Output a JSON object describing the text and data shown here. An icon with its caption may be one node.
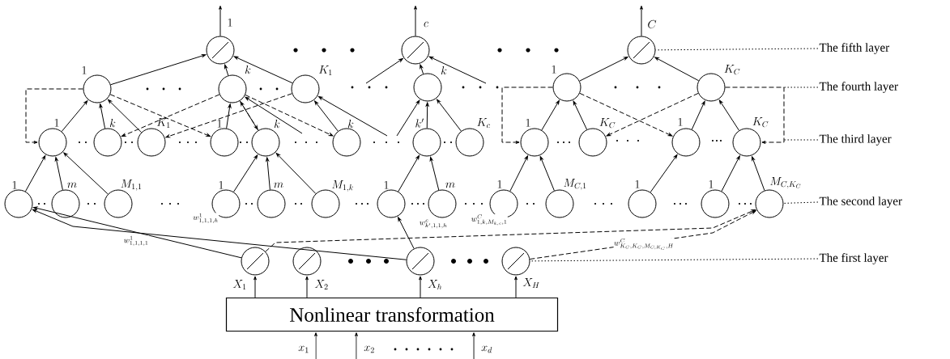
{
  "diagram": {
    "nodes": [
      {
        "text": [],
        "shape": "circle"
      },
      {
        "text": [],
        "shape": "circle"
      },
      {
        "text": [],
        "shape": "circle"
      },
      {
        "text": [
          "1"
        ]
      },
      {
        "text": [
          "k"
        ]
      },
      {
        "text": [
          "K_1"
        ]
      },
      {
        "text": [
          "k"
        ]
      },
      {
        "text": [
          "1"
        ]
      },
      {
        "text": [
          "K_C"
        ]
      },
      {
        "text": [
          "1"
        ]
      },
      {
        "text": [
          "k"
        ]
      },
      {
        "text": [
          "K_1"
        ]
      },
      {
        "text": [
          "1"
        ]
      },
      {
        "text": [
          "k"
        ]
      },
      {
        "text": [
          "k"
        ]
      },
      {
        "text": [
          "k'"
        ]
      },
      {
        "text": [
          "K_c"
        ]
      },
      {
        "text": [
          "1"
        ]
      },
      {
        "text": [
          "K_C"
        ]
      },
      {
        "text": [
          "1"
        ]
      },
      {
        "text": [
          "K_C"
        ]
      },
      {
        "text": [
          "1"
        ]
      },
      {
        "text": [
          "m"
        ]
      },
      {
        "text": [
          "M_{1,1}"
        ]
      },
      {
        "text": [
          "1"
        ]
      },
      {
        "text": [
          "m"
        ]
      },
      {
        "text": [
          "M_{1,k}"
        ]
      },
      {
        "text": [
          "1"
        ]
      },
      {
        "text": [
          "m"
        ]
      },
      {
        "text": [
          "1"
        ]
      },
      {
        "text": [
          "M_{C,1}"
        ]
      },
      {
        "text": [
          "1"
        ]
      },
      {
        "text": [
          "1"
        ]
      },
      {
        "text": [
          "M_{C,K_C}"
        ]
      },
      {
        "text": [],
        "shape": "circle"
      },
      {
        "text": [],
        "shape": "circle"
      },
      {
        "text": [],
        "shape": "circle"
      },
      {
        "text": [],
        "shape": "circle"
      },
      {
        "text": [
          "Nonlinear transformation"
        ]
      },
      {
        "text": [
          "The fifth layer"
        ]
      },
      {
        "text": [
          "The fourth layer"
        ]
      },
      {
        "text": [
          "The third layer"
        ]
      },
      {
        "text": [
          "The second layer"
        ]
      },
      {
        "text": [
          "The first layer"
        ]
      }
    ],
    "edges": [
      {
        "from": 0,
        "to": null,
        "arrow": "to",
        "label": "1"
      },
      {
        "from": 1,
        "to": null,
        "arrow": "to",
        "label": "c"
      },
      {
        "from": 2,
        "to": null,
        "arrow": "to",
        "label": "C"
      },
      {
        "from": 3,
        "to": 0,
        "arrow": "to"
      },
      {
        "from": 4,
        "to": 0,
        "arrow": "to"
      },
      {
        "from": 5,
        "to": 0,
        "arrow": "to"
      },
      {
        "from": null,
        "to": 1,
        "arrow": "to"
      },
      {
        "from": 6,
        "to": 1,
        "arrow": "to"
      },
      {
        "from": null,
        "to": 1,
        "arrow": "to"
      },
      {
        "from": 7,
        "to": 2,
        "arrow": "to"
      },
      {
        "from": 8,
        "to": 2,
        "arrow": "to"
      },
      {
        "from": 9,
        "to": 3,
        "arrow": "to"
      },
      {
        "from": 10,
        "to": 3,
        "arrow": "to"
      },
      {
        "from": 11,
        "to": 3,
        "arrow": "to"
      },
      {
        "from": 12,
        "to": 4,
        "arrow": "to"
      },
      {
        "from": 13,
        "to": 4,
        "arrow": "to"
      },
      {
        "from": null,
        "to": 4,
        "arrow": "to"
      },
      {
        "from": 14,
        "to": 5,
        "arrow": "to"
      },
      {
        "from": null,
        "to": 5,
        "arrow": "to"
      },
      {
        "from": null,
        "to": 6,
        "arrow": "to"
      },
      {
        "from": 15,
        "to": 6,
        "arrow": "to"
      },
      {
        "from": 16,
        "to": 6,
        "arrow": "to"
      },
      {
        "from": 17,
        "to": 7,
        "arrow": "to"
      },
      {
        "from": 18,
        "to": 7,
        "arrow": "to"
      },
      {
        "from": 19,
        "to": 8,
        "arrow": "to"
      },
      {
        "from": 20,
        "to": 8,
        "arrow": "to"
      },
      {
        "from": 3,
        "to": 9,
        "arrow": "to",
        "style": "dashed"
      },
      {
        "from": 3,
        "to": 12,
        "arrow": "to",
        "style": "dashed"
      },
      {
        "from": 4,
        "to": 10,
        "arrow": "to",
        "style": "dashed"
      },
      {
        "from": 4,
        "to": 13,
        "arrow": "to",
        "style": "dashed"
      },
      {
        "from": 4,
        "to": 14,
        "arrow": "to",
        "style": "dashed"
      },
      {
        "from": 5,
        "to": 11,
        "arrow": "to",
        "style": "dashed"
      },
      {
        "from": 7,
        "to": 17,
        "arrow": "to",
        "style": "dashed"
      },
      {
        "from": 7,
        "to": 19,
        "arrow": "to",
        "style": "dashed"
      },
      {
        "from": 8,
        "to": 18,
        "arrow": "to",
        "style": "dashed"
      },
      {
        "from": 8,
        "to": 20,
        "arrow": "to",
        "style": "dashed"
      },
      {
        "from": 21,
        "to": 9,
        "arrow": "to"
      },
      {
        "from": 22,
        "to": 9,
        "arrow": "to"
      },
      {
        "from": 23,
        "to": 9,
        "arrow": "to"
      },
      {
        "from": 24,
        "to": 13,
        "arrow": "to"
      },
      {
        "from": 25,
        "to": 13,
        "arrow": "to"
      },
      {
        "from": 26,
        "to": 13,
        "arrow": "to"
      },
      {
        "from": 27,
        "to": 15,
        "arrow": "to"
      },
      {
        "from": 28,
        "to": 15,
        "arrow": "to"
      },
      {
        "from": 29,
        "to": 17,
        "arrow": "to"
      },
      {
        "from": 30,
        "to": 17,
        "arrow": "to"
      },
      {
        "from": 31,
        "to": 19,
        "arrow": "to"
      },
      {
        "from": 32,
        "to": 20,
        "arrow": "to"
      },
      {
        "from": 33,
        "to": 20,
        "arrow": "to"
      },
      {
        "from": 34,
        "to": 21,
        "arrow": "to",
        "label": "w^{1}_{1,1,1,1}"
      },
      {
        "from": 36,
        "to": 21,
        "arrow": "to",
        "label": "w^{1}_{1,1,1,h}"
      },
      {
        "from": 36,
        "to": 27,
        "arrow": "to",
        "label": "w^{c}_{k',1,1,h}"
      },
      {
        "from": 34,
        "to": 33,
        "arrow": "to",
        "style": "dashed",
        "label": "w^{C}_{1,k,M_{k,c},1}"
      },
      {
        "from": 37,
        "to": 33,
        "arrow": "to",
        "style": "dashed",
        "label": "w^{C}_{K_C,K_C,M_{C,K_C},H}"
      },
      {
        "from": 38,
        "to": 34,
        "arrow": "to",
        "label": "X_1"
      },
      {
        "from": 38,
        "to": 35,
        "arrow": "to",
        "label": "X_2"
      },
      {
        "from": 38,
        "to": 36,
        "arrow": "to",
        "label": "X_h"
      },
      {
        "from": 38,
        "to": 37,
        "arrow": "to",
        "label": "X_H"
      },
      {
        "from": null,
        "to": 38,
        "arrow": "to",
        "label": "x_1"
      },
      {
        "from": null,
        "to": 38,
        "arrow": "to",
        "label": "x_2"
      },
      {
        "from": null,
        "to": 38,
        "arrow": "to",
        "label": "x_d"
      },
      {
        "from": 39,
        "to": 2,
        "arrow": "none",
        "style": "dashed"
      },
      {
        "from": 40,
        "to": null,
        "arrow": "none",
        "style": "dashed"
      },
      {
        "from": 41,
        "to": null,
        "arrow": "none",
        "style": "dashed"
      },
      {
        "from": 42,
        "to": 33,
        "arrow": "none",
        "style": "dashed"
      },
      {
        "from": 43,
        "to": 37,
        "arrow": "none",
        "style": "dashed"
      }
    ]
  }
}
